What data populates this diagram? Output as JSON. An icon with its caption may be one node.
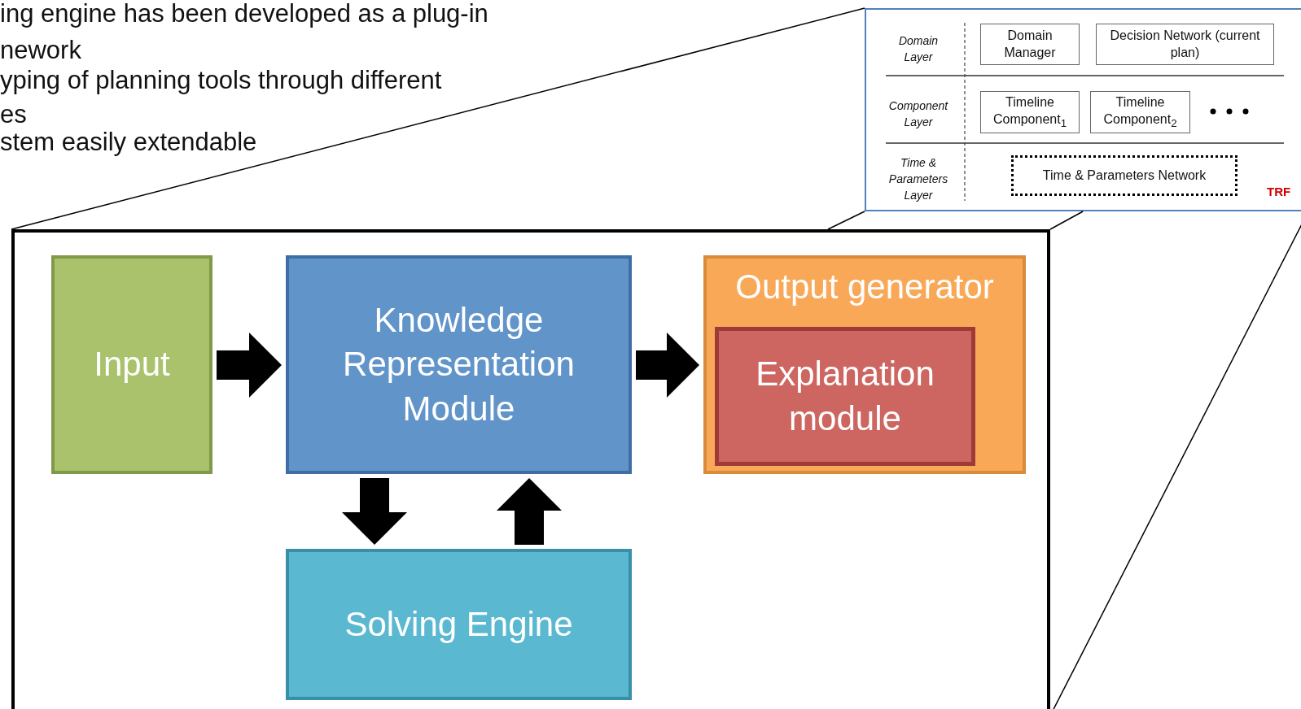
{
  "diagram": {
    "nodes": [
      {
        "text": [],
        "shape": "box"
      },
      {
        "text": [
          "Input"
        ],
        "in": 0
      },
      {
        "text": [
          "Knowledge Representation Module"
        ],
        "in": 0
      },
      {
        "text": [
          "Output generator"
        ],
        "in": 0
      },
      {
        "text": [
          "Explanation module"
        ],
        "in": 3
      },
      {
        "text": [
          "Solving Engine"
        ],
        "in": 0
      },
      {
        "text": [],
        "shape": "box"
      },
      {
        "text": [
          "Domain Manager"
        ],
        "in": 6
      },
      {
        "text": [
          "Decision Network (current plan)"
        ],
        "in": 6
      },
      {
        "text": [
          "Timeline Component$_{1}$"
        ],
        "in": 6
      },
      {
        "text": [
          "Timeline Component$_{2}$"
        ],
        "in": 6
      },
      {
        "text": [
          "Time & Parameters Network"
        ],
        "in": 6
      }
    ],
    "edges": [
      {
        "from": 1,
        "to": 2,
        "arrow": "to",
        "style": "thick"
      },
      {
        "from": 2,
        "to": 3,
        "arrow": "to",
        "style": "thick"
      },
      {
        "from": 2,
        "to": 5,
        "arrow": "to",
        "style": "thick"
      },
      {
        "from": 5,
        "to": 2,
        "arrow": "to",
        "style": "thick"
      },
      {
        "from": 6,
        "to": 0,
        "arrow": "none"
      },
      {
        "from": 6,
        "to": 0,
        "arrow": "none"
      },
      {
        "from": 6,
        "to": 0,
        "arrow": "none"
      },
      {
        "from": 6,
        "to": 0,
        "arrow": "none"
      }
    ],
    "labels": [
      "ing engine has been developed as a plug-in nework",
      "yping of planning tools through different es",
      "stem easily extendable",
      "Domain Layer",
      "Component Layer",
      "Time & Parameters Layer",
      "TRF"
    ]
  }
}
